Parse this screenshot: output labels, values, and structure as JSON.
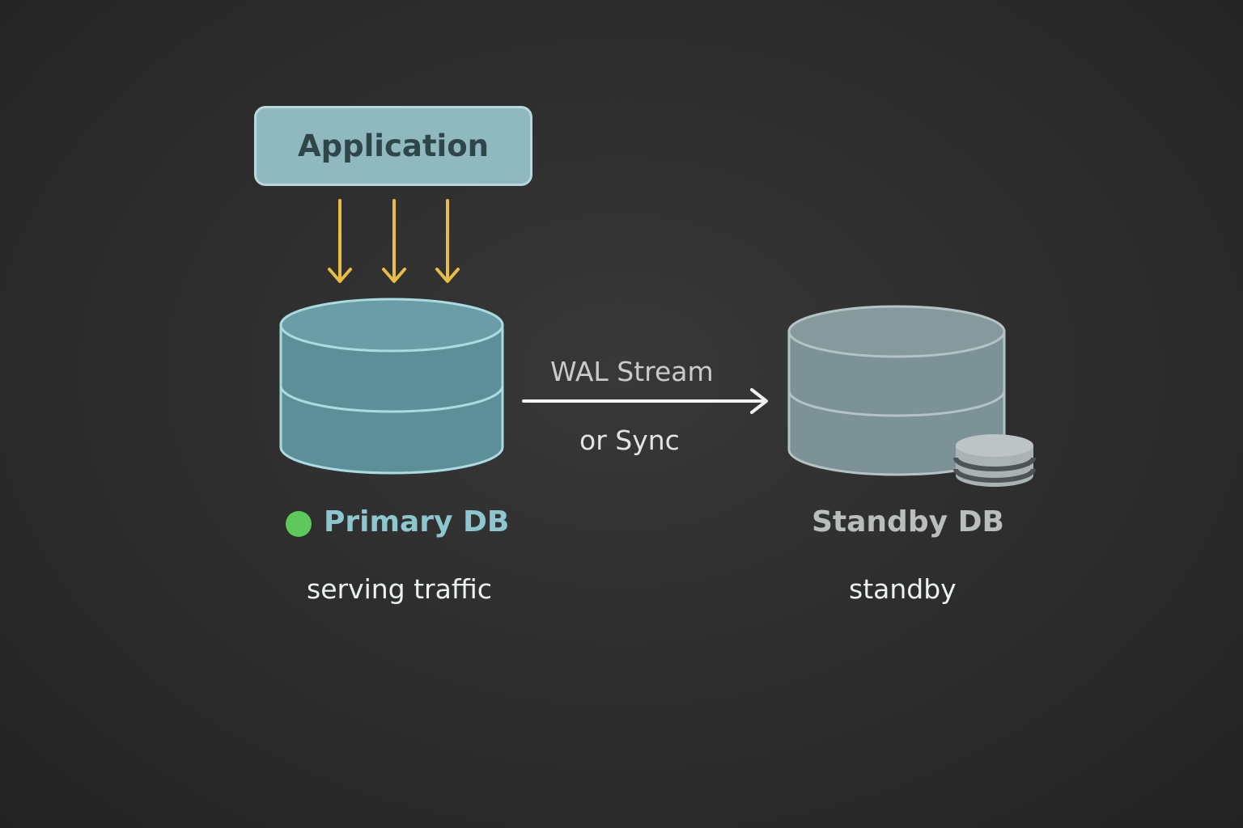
{
  "application": {
    "label": "Application"
  },
  "connection": {
    "label_top": "WAL Stream",
    "label_bottom": "or Sync"
  },
  "primary_db": {
    "title": "Primary DB",
    "status_text": "serving traffic",
    "status_color": "#5cc95a"
  },
  "standby_db": {
    "title": "Standby DB",
    "status_text": "standby",
    "badge_icon": "database-stack-icon"
  },
  "colors": {
    "background": "#2e2e2e",
    "request_arrows": "#e8bd45",
    "primary_fill": "#5d8f98",
    "standby_fill": "#7c9296",
    "stream_arrow": "#f2f2f2"
  }
}
